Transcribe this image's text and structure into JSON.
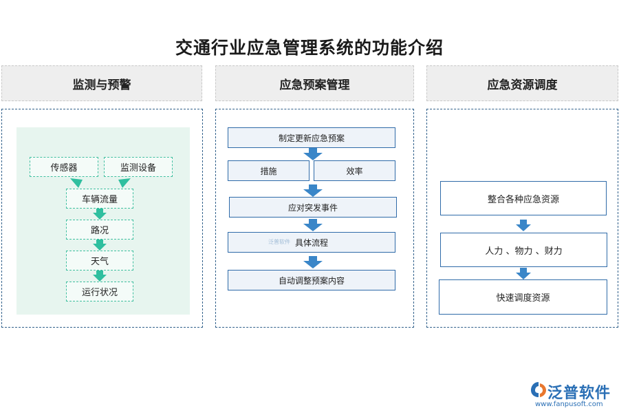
{
  "title": "交通行业应急管理系统的功能介绍",
  "columns": [
    {
      "header": "监测与预警",
      "sources": [
        "传感器",
        "监测设备"
      ],
      "chain": [
        "车辆流量",
        "路况",
        "天气",
        "运行状况"
      ]
    },
    {
      "header": "应急预案管理",
      "steps": [
        "制定更新应急预案",
        "应对突发事件",
        "具体流程",
        "自动调整预案内容"
      ],
      "split": [
        "措施",
        "效率"
      ]
    },
    {
      "header": "应急资源调度",
      "steps": [
        "整合各种应急资源",
        "人力 、物力 、财力",
        "快速调度资源"
      ]
    }
  ],
  "watermark": "泛普软件",
  "logo": {
    "name": "泛普软件",
    "url": "www.fanpusoft.com"
  },
  "colors": {
    "monitor_arrow": "#2fbf9f",
    "plan_arrow": "#3a86c8",
    "resource_arrow": "#3a86c8",
    "frame_border": "#2f5f8a",
    "brand": "#2a6fb5"
  }
}
